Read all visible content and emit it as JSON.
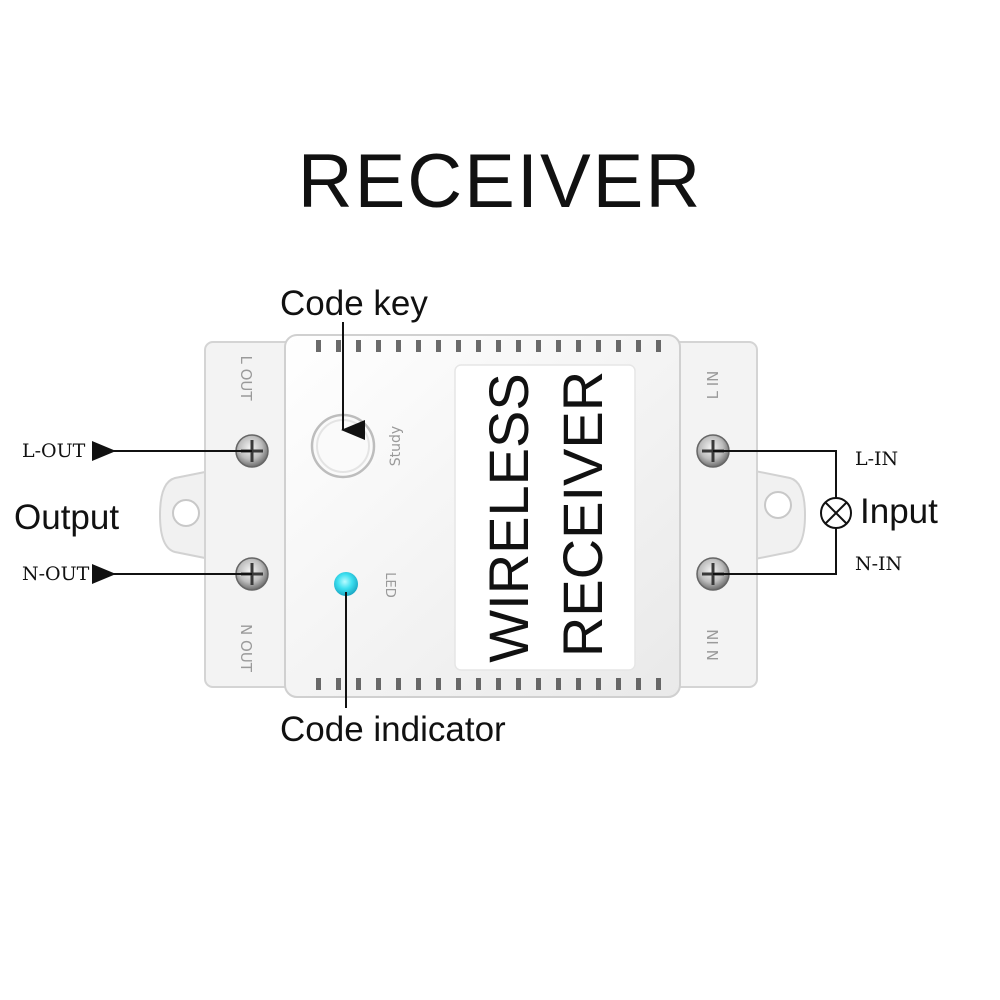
{
  "title": "RECEIVER",
  "callouts": {
    "code_key": "Code key",
    "code_indicator": "Code indicator",
    "output": "Output",
    "input": "Input"
  },
  "terminals": {
    "l_out": "L-OUT",
    "n_out": "N-OUT",
    "l_in": "L-IN",
    "n_in": "N-IN"
  },
  "device": {
    "label_line1": "WIRELESS",
    "label_line2": "RECEIVER",
    "study_label": "Study",
    "led_label": "LED",
    "left_top_mark": "L OUT",
    "left_bottom_mark": "N OUT",
    "right_top_mark": "L IN",
    "right_bottom_mark": "N IN",
    "led_color": "#3ee0f0"
  }
}
